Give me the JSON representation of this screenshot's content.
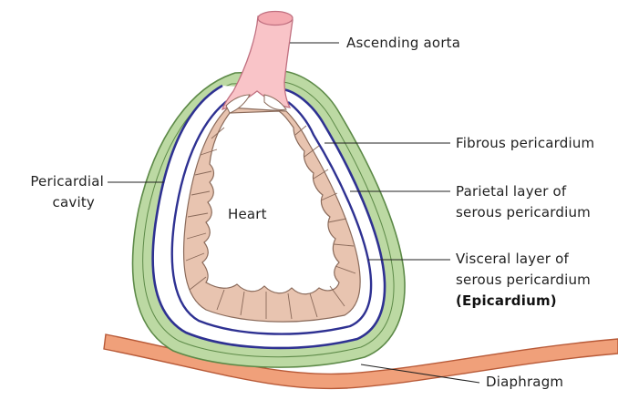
{
  "labels": {
    "aorta": "Ascending aorta",
    "fibrous": "Fibrous pericardium",
    "parietal_1": "Parietal layer of",
    "parietal_2": "serous pericardium",
    "visceral_1": "Visceral layer of",
    "visceral_2": "serous pericardium",
    "epicardium": "(Epicardium)",
    "diaphragm": "Diaphragm",
    "cavity_1": "Pericardial",
    "cavity_2": "cavity",
    "heart": "Heart"
  },
  "colors": {
    "fibrous": "#bcd9a3",
    "fibrous_edge": "#5d8a48",
    "serous_line": "#2e3192",
    "heart_fill": "#e8c4b0",
    "heart_edge": "#8a6a5a",
    "aorta_fill": "#f9c4c8",
    "aorta_edge": "#c07080",
    "diaphragm_fill": "#f0a07a",
    "diaphragm_edge": "#b85a38"
  }
}
